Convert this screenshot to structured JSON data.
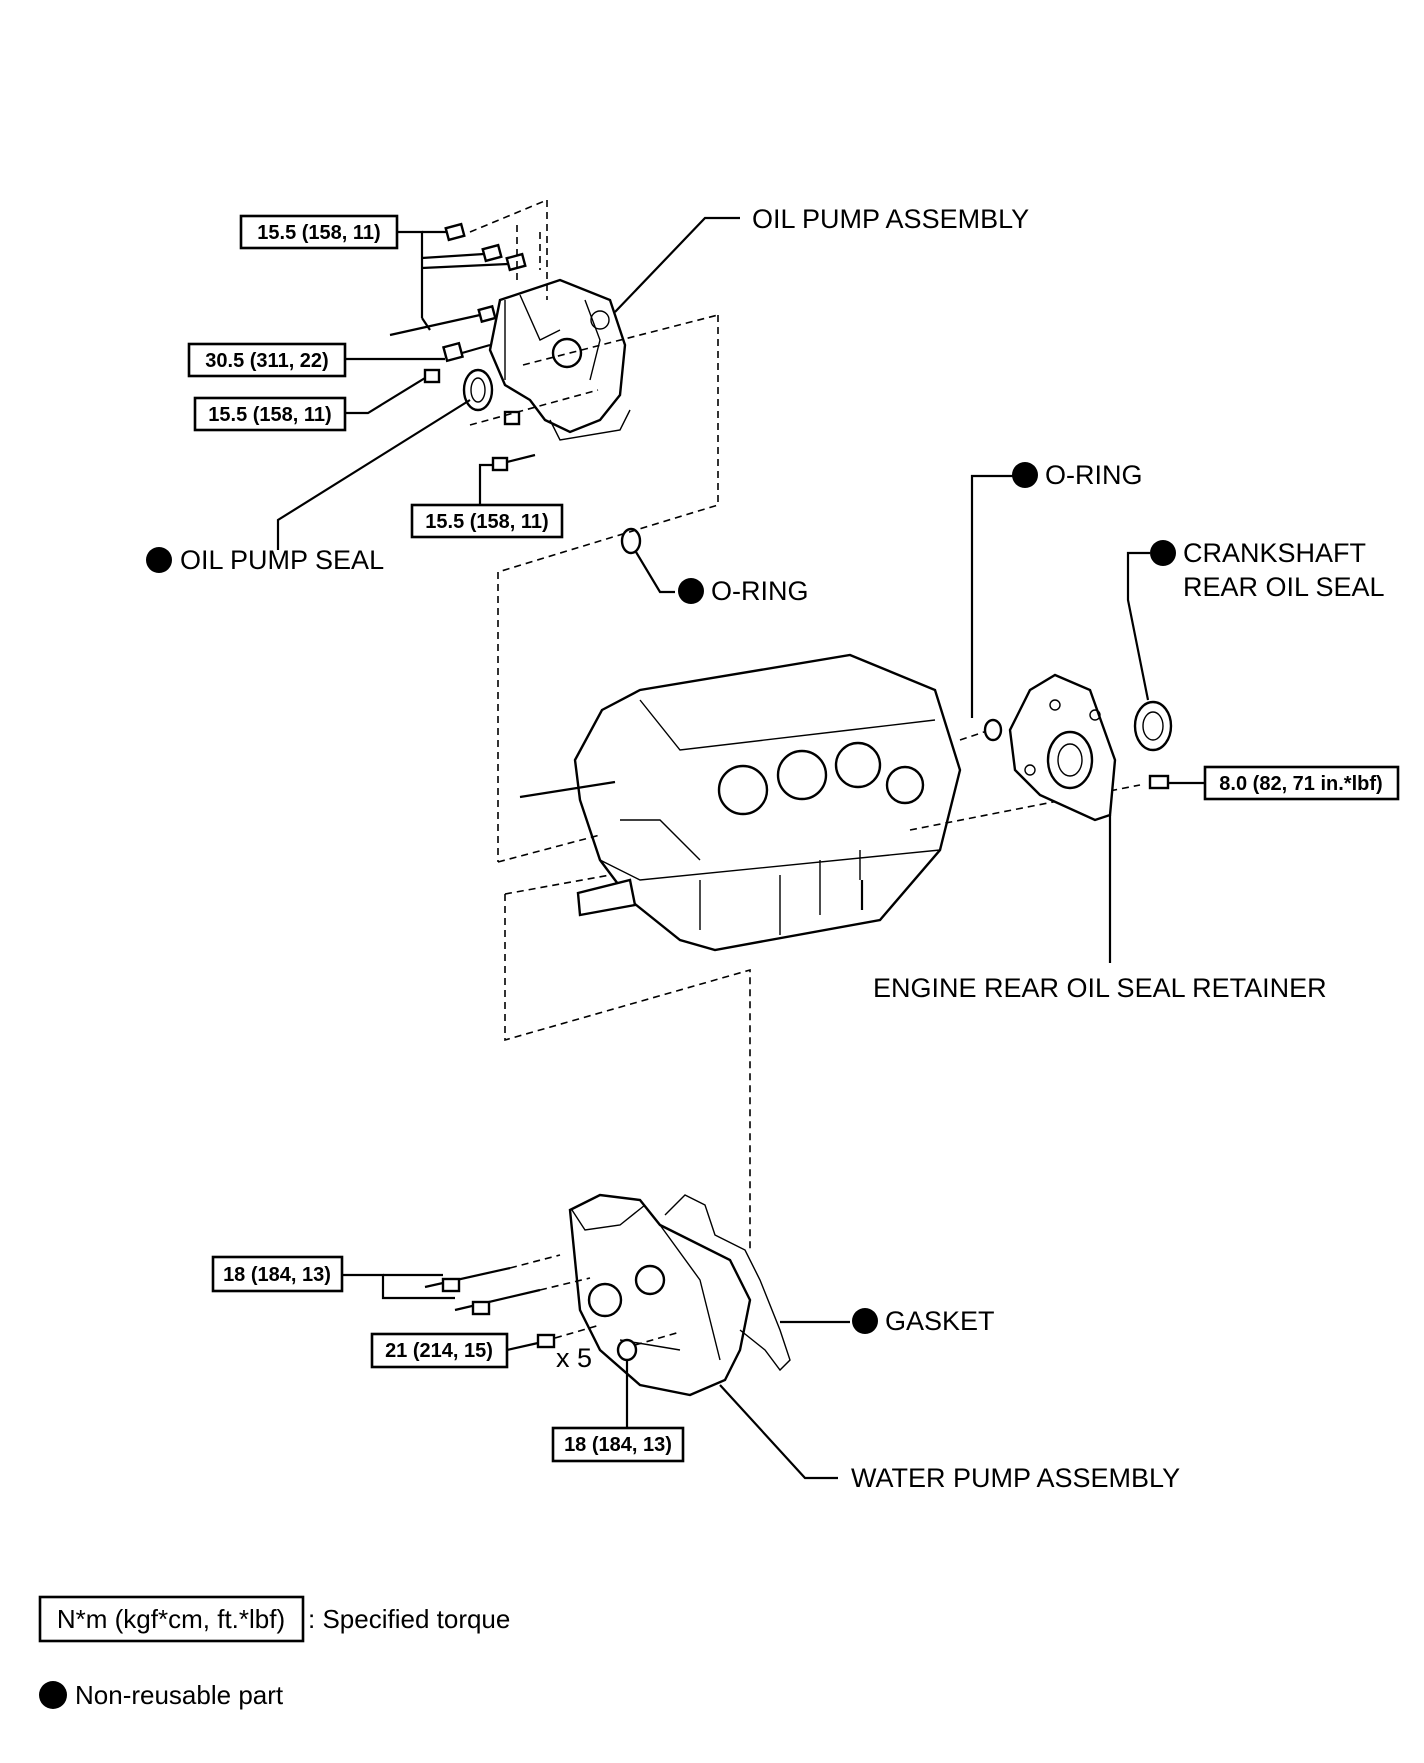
{
  "parts": {
    "oil_pump_assembly": "OIL PUMP ASSEMBLY",
    "oil_pump_seal": "OIL PUMP SEAL",
    "o_ring_lower": "O-RING",
    "o_ring_right": "O-RING",
    "crankshaft_rear_oil_seal_line1": "CRANKSHAFT",
    "crankshaft_rear_oil_seal_line2": "REAR OIL SEAL",
    "engine_rear_oil_seal_retainer": "ENGINE REAR OIL SEAL RETAINER",
    "gasket": "GASKET",
    "water_pump_assembly": "WATER PUMP ASSEMBLY"
  },
  "torques": {
    "oil_pump_top": "15.5 (158, 11)",
    "oil_pump_mid": "30.5 (311, 22)",
    "oil_pump_left": "15.5 (158, 11)",
    "oil_pump_bottom": "15.5 (158, 11)",
    "retainer_bolt": "8.0 (82, 71 in.*lbf)",
    "water_pump_long_bolts": "18 (184, 13)",
    "water_pump_bolts": "21 (214, 15)",
    "water_pump_nut": "18 (184, 13)"
  },
  "quantity": "x 5",
  "legend": {
    "torque_unit": "N*m (kgf*cm, ft.*lbf)",
    "torque_desc": ": Specified torque",
    "non_reusable": "Non-reusable part"
  }
}
